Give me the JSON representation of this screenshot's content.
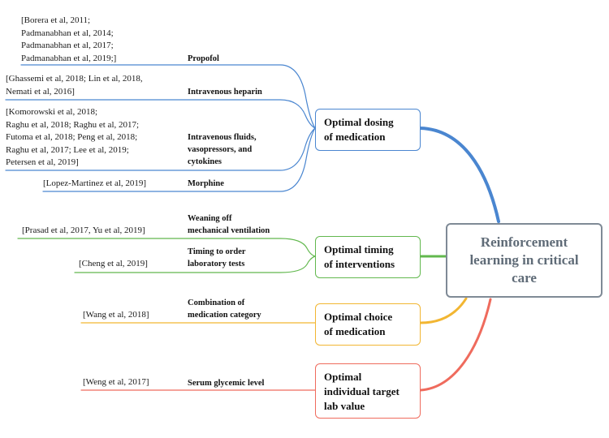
{
  "colors": {
    "blue": "#4a86d0",
    "green": "#62b84e",
    "yellow": "#f2b632",
    "red": "#ef6b5d",
    "root_border": "#7f8a96"
  },
  "root": {
    "label": "Reinforcement\nlearning in critical\ncare"
  },
  "categories": [
    {
      "id": "dosing",
      "label": "Optimal dosing\nof medication",
      "color": "blue",
      "items": [
        {
          "topic": "Propofol",
          "refs": "[Borera et al, 2011;\nPadmanabhan et al, 2014;\nPadmanabhan et al, 2017;\nPadmanabhan et al, 2019;]"
        },
        {
          "topic": "Intravenous heparin",
          "refs": "[Ghassemi et al, 2018; Lin et al, 2018,\nNemati et al, 2016]"
        },
        {
          "topic": "Intravenous fluids,\nvasopressors, and\ncytokines",
          "refs": "[Komorowski et al, 2018;\nRaghu et al, 2018; Raghu et al, 2017;\nFutoma et al, 2018; Peng et al, 2018;\nRaghu et al, 2017; Lee et al, 2019;\nPetersen et al, 2019]"
        },
        {
          "topic": "Morphine",
          "refs": "[Lopez-Martinez et al, 2019]"
        }
      ]
    },
    {
      "id": "timing",
      "label": "Optimal timing\nof interventions",
      "color": "green",
      "items": [
        {
          "topic": "Weaning off\nmechanical ventilation",
          "refs": "[Prasad et al, 2017, Yu et al, 2019]"
        },
        {
          "topic": "Timing to order\nlaboratory tests",
          "refs": "[Cheng et al, 2019]"
        }
      ]
    },
    {
      "id": "choice",
      "label": "Optimal choice\nof medication",
      "color": "yellow",
      "items": [
        {
          "topic": "Combination of\nmedication category",
          "refs": "[Wang et al, 2018]"
        }
      ]
    },
    {
      "id": "target",
      "label": "Optimal\nindividual target\nlab value",
      "color": "red",
      "items": [
        {
          "topic": "Serum glycemic level",
          "refs": "[Weng et al, 2017]"
        }
      ]
    }
  ]
}
